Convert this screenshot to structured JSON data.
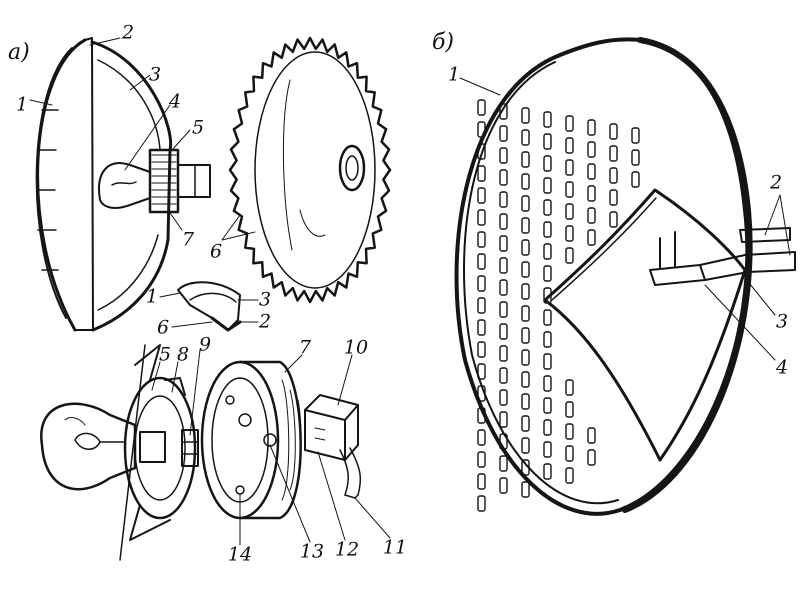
{
  "panels": {
    "a": "а)",
    "b": "б)"
  },
  "labels_a": [
    "1",
    "2",
    "3",
    "4",
    "5",
    "7",
    "6",
    "1",
    "3",
    "6",
    "2",
    "5",
    "8",
    "9",
    "7",
    "10",
    "14",
    "13",
    "12",
    "11"
  ],
  "labels_b": [
    "1",
    "2",
    "3",
    "4"
  ]
}
